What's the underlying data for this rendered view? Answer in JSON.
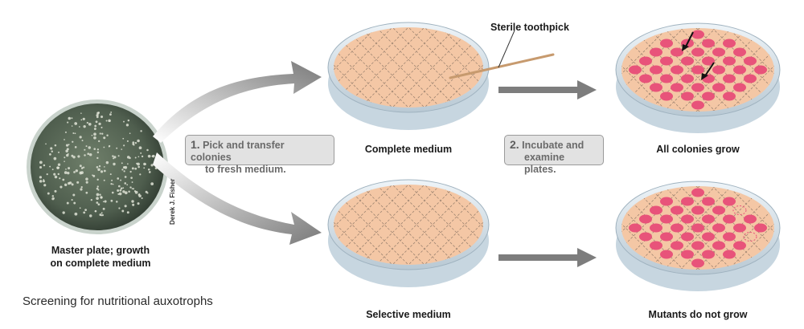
{
  "master_plate": {
    "label_line1": "Master plate; growth",
    "label_line2": "on complete medium"
  },
  "credit": "Derek J. Fisher",
  "step1": {
    "number": "1.",
    "line1": "Pick and transfer colonies",
    "line2": "to fresh medium."
  },
  "step2": {
    "number": "2.",
    "line1": "Incubate and",
    "line2": "examine plates."
  },
  "toothpick_label": "Sterile toothpick",
  "plates": {
    "complete_medium": "Complete medium",
    "selective_medium": "Selective medium",
    "all_grow": "All colonies grow",
    "mutants": "Mutants do not grow"
  },
  "caption": "Screening for nutritional auxotrophs",
  "colors": {
    "agar": "#f4c7a5",
    "colony": "#e8537a",
    "dish_rim": "#d8e6ee",
    "arrow": "#7d7d7d"
  }
}
